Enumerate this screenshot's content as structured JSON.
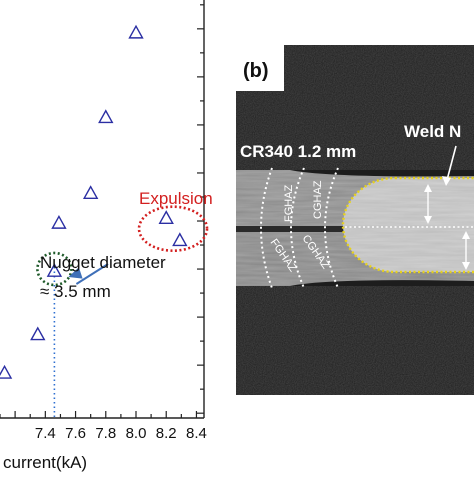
{
  "chart_data": {
    "type": "scatter",
    "title": "",
    "xlabel": "current(kA)",
    "ylabel": "",
    "xlim": [
      7.1,
      8.45
    ],
    "ylim": [
      -1.55,
      2.8
    ],
    "x_ticks": [
      7.4,
      7.6,
      7.8,
      8.0,
      8.2,
      8.4
    ],
    "x_tick_labels": [
      "7.4",
      "7.6",
      "7.8",
      "8.0",
      "8.2",
      "8.4"
    ],
    "x_tick_label_prefix": "7",
    "grid": false,
    "series": [
      {
        "marker": "triangle-open",
        "color": "#2b2fa3",
        "points": [
          {
            "x": 7.13,
            "y": -1.08
          },
          {
            "x": 7.35,
            "y": -0.68
          },
          {
            "x": 7.46,
            "y": -0.02
          },
          {
            "x": 7.49,
            "y": 0.48
          },
          {
            "x": 7.7,
            "y": 0.79
          },
          {
            "x": 7.8,
            "y": 1.58
          },
          {
            "x": 8.0,
            "y": 2.46
          },
          {
            "x": 8.2,
            "y": 0.53
          },
          {
            "x": 8.29,
            "y": 0.3
          }
        ]
      }
    ],
    "annotations": {
      "nugget_text_line1": "Nugget diameter",
      "nugget_text_line2": "≈ 3.5 mm",
      "nugget_point": {
        "x": 7.46,
        "y": -0.02
      },
      "nugget_dotted_x": 7.46,
      "expulsion_text": "Expulsion",
      "expulsion_center": {
        "x": 8.245,
        "y": 0.42
      }
    }
  },
  "micrograph": {
    "panel_label": "(b)",
    "material_label": "CR340 1.2 mm",
    "weld_label": "Weld N",
    "haz_labels": [
      "FGHAZ",
      "CGHAZ",
      "CGHAZ",
      "FGHAZ"
    ]
  },
  "colors": {
    "marker": "#2b2fa3",
    "expulsion": "#d32020",
    "nugget_circle": "#1f5a2a",
    "arrow": "#3e6fb8",
    "dotted_line": "#2e6fd0",
    "nugget_outline": "#e8d21a"
  }
}
